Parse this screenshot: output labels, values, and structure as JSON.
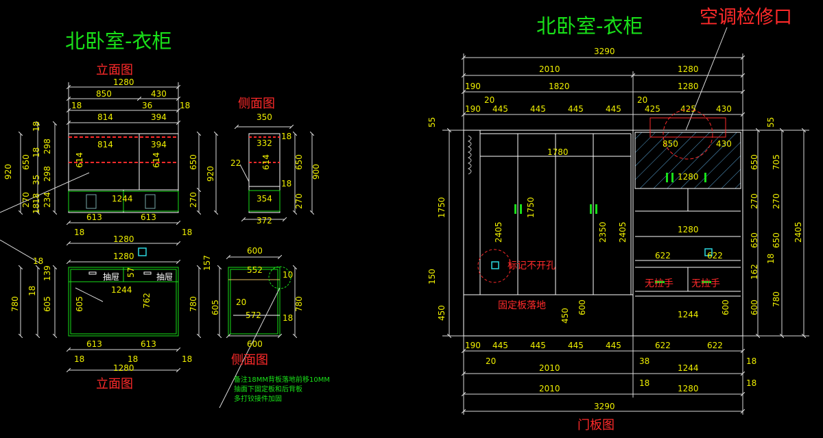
{
  "left_sheet": {
    "title": "北卧室-衣柜",
    "upper_label": "立面图",
    "lower_label": "立面图",
    "side_upper_label": "侧面图",
    "side_lower_label": "侧面图",
    "drawer_left": "抽屉",
    "drawer_right": "抽屉",
    "note_lines": [
      "备注18MM背板落地前移10MM",
      "抽面下固定板和后背板",
      "多打铰接件加固"
    ],
    "upper_top": [
      "1280",
      "850",
      "430",
      "18",
      "814",
      "36",
      "394",
      "18"
    ],
    "upper_inner": [
      "814",
      "394",
      "614",
      "614",
      "1244"
    ],
    "upper_left": [
      "920",
      "650",
      "18",
      "298",
      "18",
      "298",
      "35",
      "270",
      "18",
      "234",
      "18"
    ],
    "upper_right": [
      "650",
      "920",
      "270"
    ],
    "upper_bottom": [
      "613",
      "613",
      "18",
      "1280",
      "18"
    ],
    "lower_top": [
      "1280"
    ],
    "lower_inner": [
      "57",
      "1244",
      "605",
      "762"
    ],
    "lower_left": [
      "780",
      "139",
      "18",
      "605",
      "18"
    ],
    "lower_right": [
      "780"
    ],
    "lower_bottom": [
      "613",
      "613",
      "18",
      "18",
      "18",
      "1280"
    ],
    "side_upper": [
      "350",
      "18",
      "332",
      "22",
      "614",
      "650",
      "18",
      "900",
      "354",
      "270",
      "372"
    ],
    "side_lower": [
      "600",
      "157",
      "552",
      "10",
      "20",
      "605",
      "780",
      "572",
      "18",
      "600"
    ]
  },
  "right_sheet": {
    "title": "北卧室-衣柜",
    "ac_label": "空调检修口",
    "door_label": "门板图",
    "mark_label": "标记不开孔",
    "fixed_label": "固定板落地",
    "no_handle_1": "无拉手",
    "no_handle_2": "无拉手",
    "top_dims": [
      "3290",
      "2010",
      "1280",
      "190",
      "1820",
      "1280",
      "190",
      "20",
      "445",
      "445",
      "445",
      "445",
      "20",
      "425",
      "425",
      "430"
    ],
    "inner_dims": [
      "1780",
      "850",
      "430",
      "1280",
      "1750",
      "2405",
      "2350",
      "2405",
      "1280",
      "622",
      "622",
      "1244",
      "450",
      "600",
      "600"
    ],
    "left_dims": [
      "55",
      "1750",
      "150",
      "450"
    ],
    "right_dims": [
      "55",
      "650",
      "705",
      "270",
      "270",
      "650",
      "650",
      "18",
      "162",
      "600",
      "780",
      "2405"
    ],
    "bottom_dims": [
      "190",
      "445",
      "445",
      "445",
      "445",
      "622",
      "622",
      "20",
      "38",
      "1244",
      "18",
      "2010",
      "18",
      "2010",
      "1280",
      "18",
      "3290"
    ]
  }
}
